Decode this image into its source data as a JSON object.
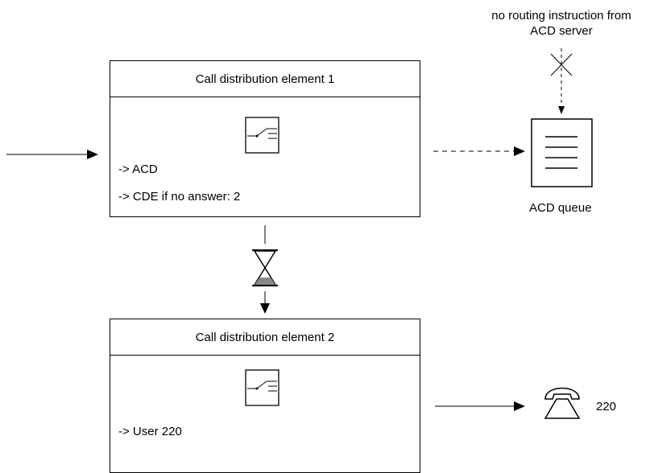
{
  "cde1": {
    "title": "Call distribution element 1",
    "lines": [
      "-> ACD",
      "-> CDE if no answer: 2"
    ]
  },
  "cde2": {
    "title": "Call distribution element 2",
    "lines": [
      "-> User 220"
    ]
  },
  "acd_note": {
    "line1": "no routing instruction from",
    "line2": "ACD server"
  },
  "acd_queue_label": "ACD queue",
  "phone_label": "220",
  "icons": {
    "switch": "switch-icon",
    "queue": "document-queue-icon",
    "timer": "hourglass-icon",
    "phone": "telephone-icon",
    "blocked": "cross-mark-icon"
  }
}
